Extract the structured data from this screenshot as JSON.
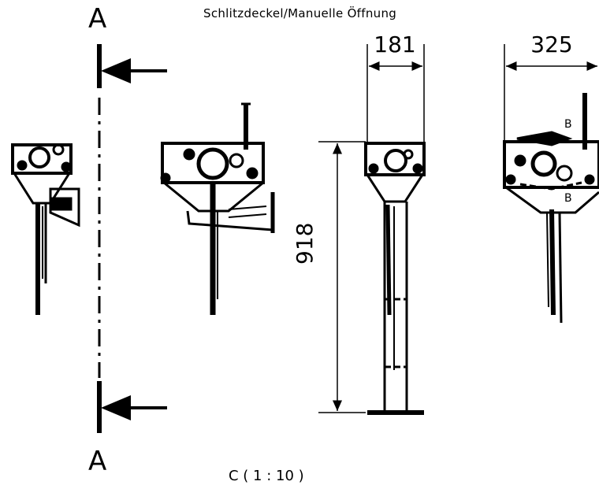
{
  "title": "Schlitzdeckel/Manuelle Öffnung",
  "section": {
    "top_label": "A",
    "bottom_label": "A"
  },
  "dimensions": {
    "width_front": "181",
    "width_side": "325",
    "height": "918"
  },
  "detail_marks": [
    "B",
    "B"
  ],
  "scale_note": "C ( 1 : 10 )"
}
